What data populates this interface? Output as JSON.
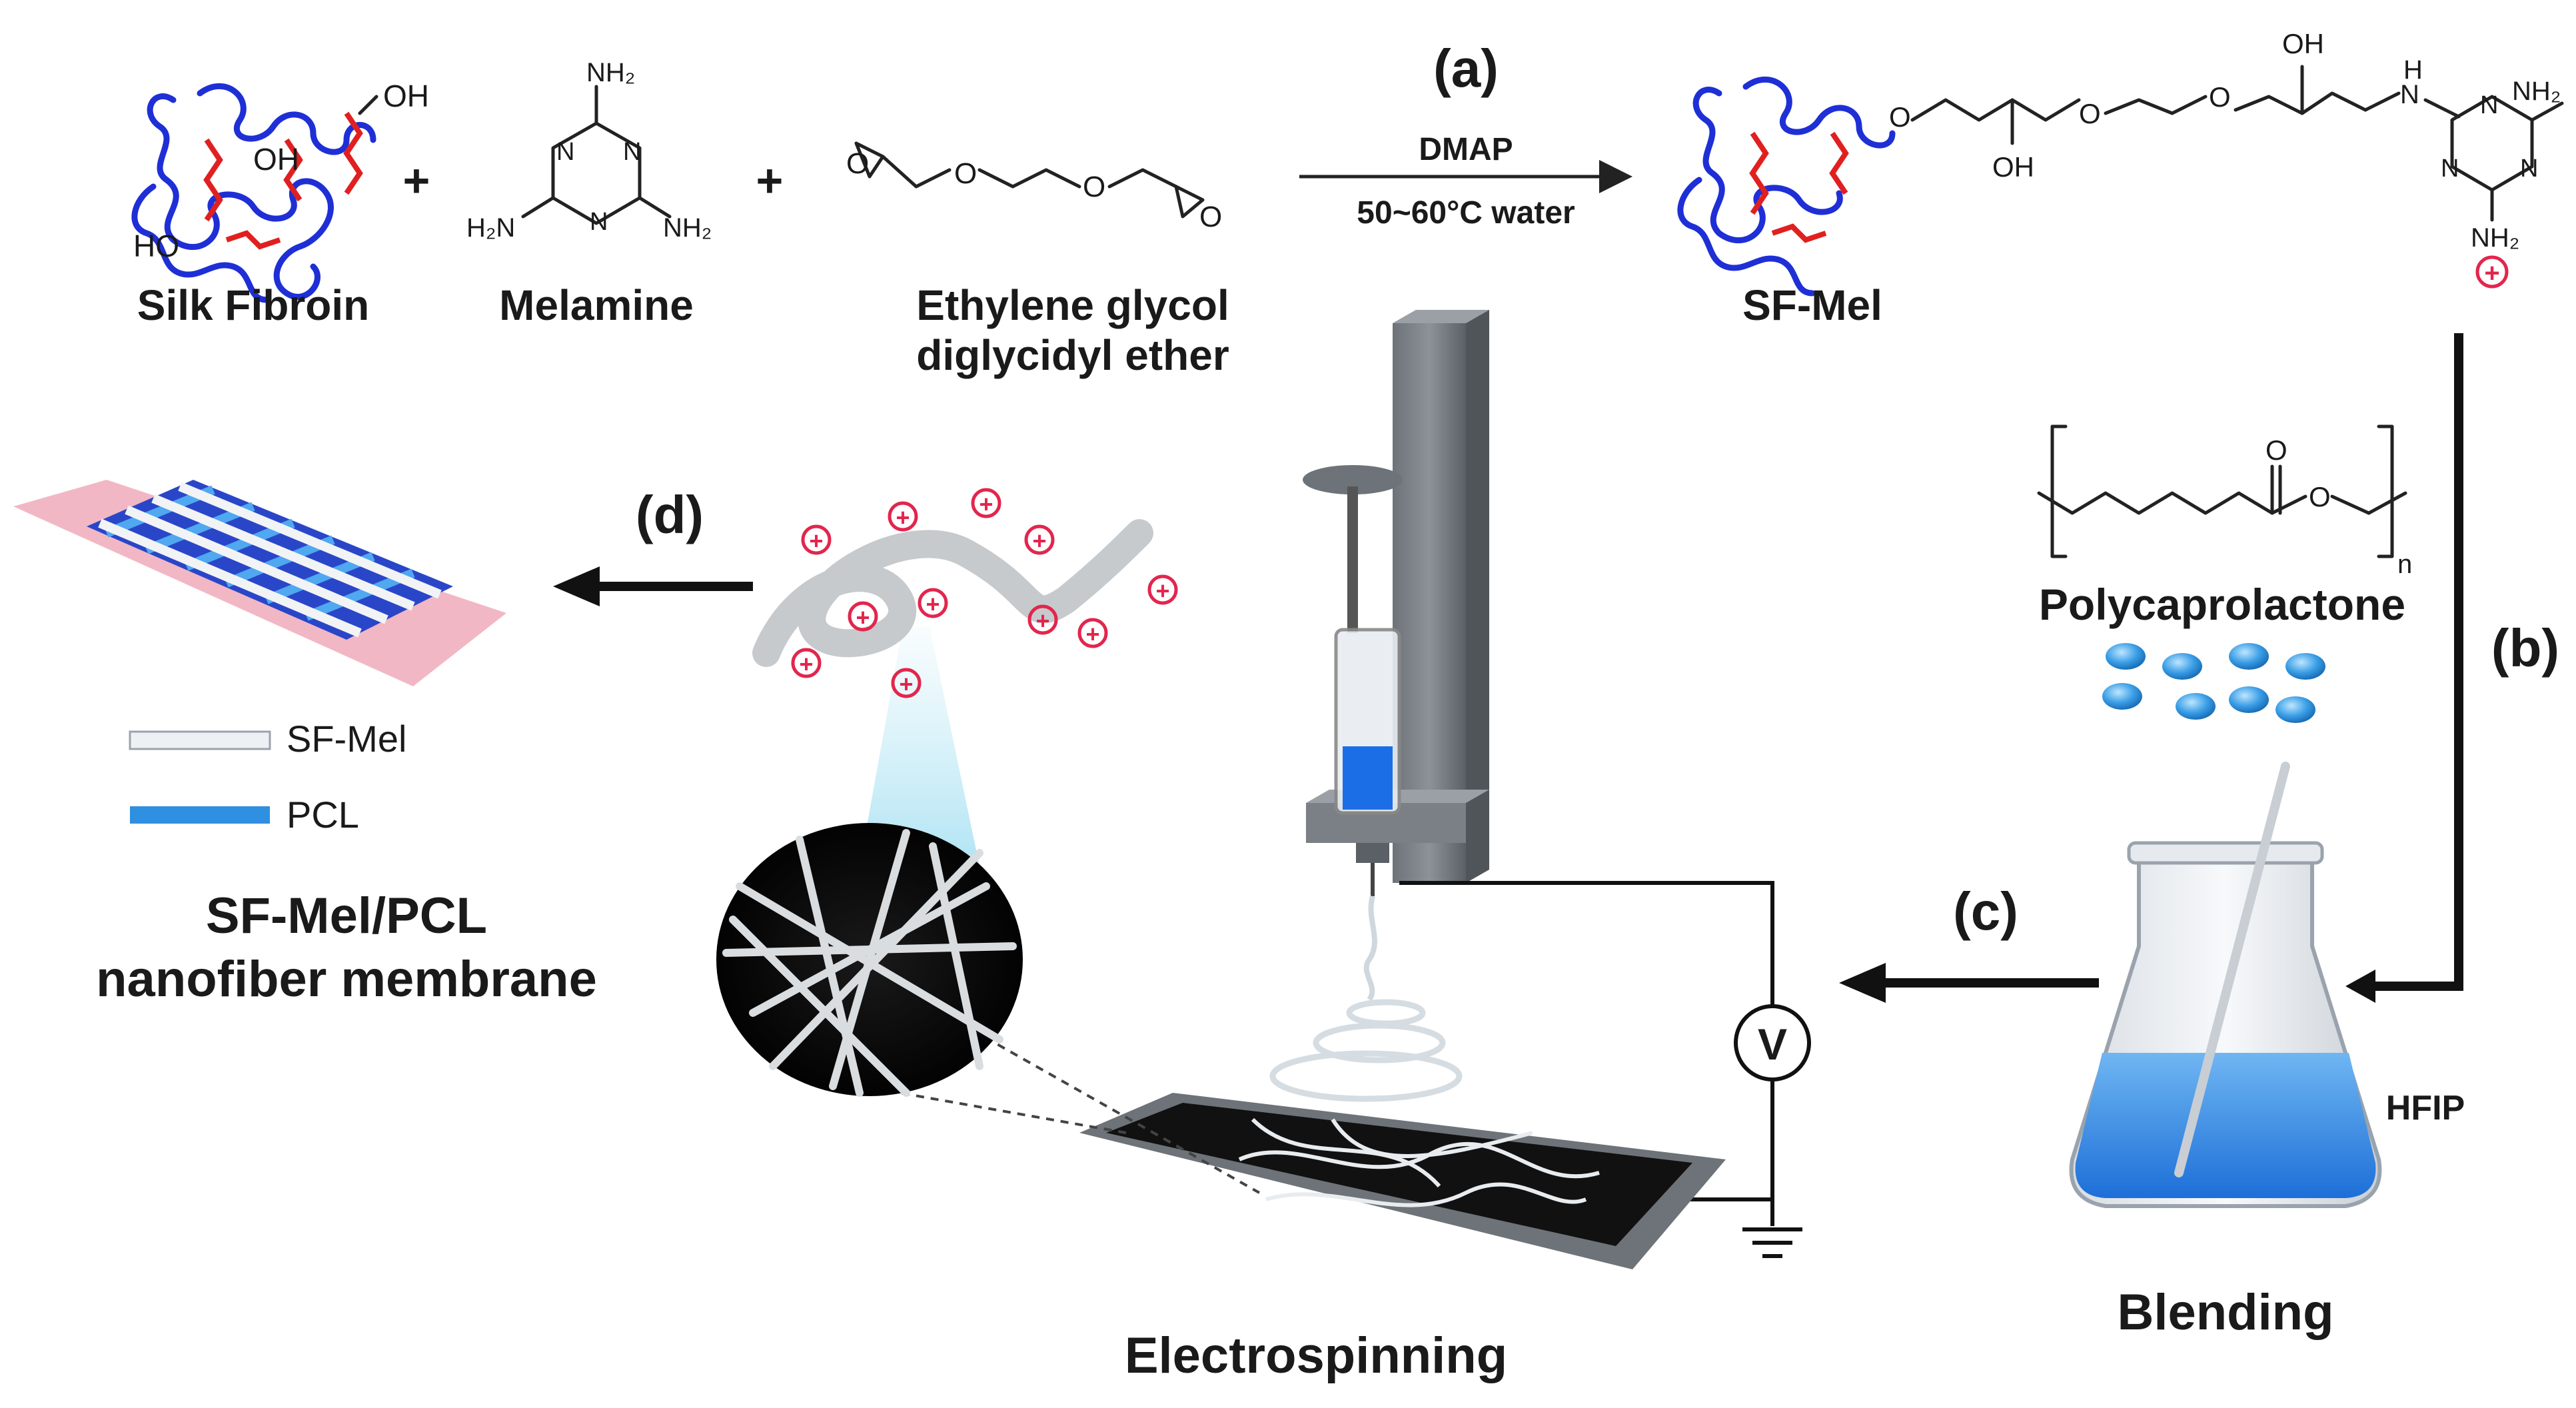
{
  "reaction": {
    "step_a": "(a)",
    "catalyst": "DMAP",
    "conditions": "50~60°C water",
    "plus": "+",
    "reactant1": "Silk Fibroin",
    "reactant2": "Melamine",
    "reactant3_line1": "Ethylene glycol",
    "reactant3_line2": "diglycidyl ether",
    "product": "SF-Mel",
    "atoms": {
      "oh": "OH",
      "ho": "HO",
      "nh2": "NH₂",
      "h2n": "H₂N",
      "n": "N",
      "h": "H",
      "o": "O",
      "charge": "+"
    }
  },
  "right_branch": {
    "step_b": "(b)",
    "polymer": "Polycaprolactone",
    "subscript_n": "n",
    "solvent": "HFIP",
    "process": "Blending"
  },
  "middle": {
    "step_c": "(c)",
    "process": "Electrospinning",
    "voltage": "V"
  },
  "left": {
    "step_d": "(d)",
    "legend": [
      {
        "label": "SF-Mel"
      },
      {
        "label": "PCL"
      }
    ],
    "membrane_line1": "SF-Mel/PCL",
    "membrane_line2": "nanofiber membrane"
  },
  "colors": {
    "fibroin_chain": "#1f2fd6",
    "crosslink": "#e02020",
    "charge": "#e2264d",
    "pcl_blue": "#2f8fe0",
    "membrane_pink": "#f2b7c4"
  }
}
